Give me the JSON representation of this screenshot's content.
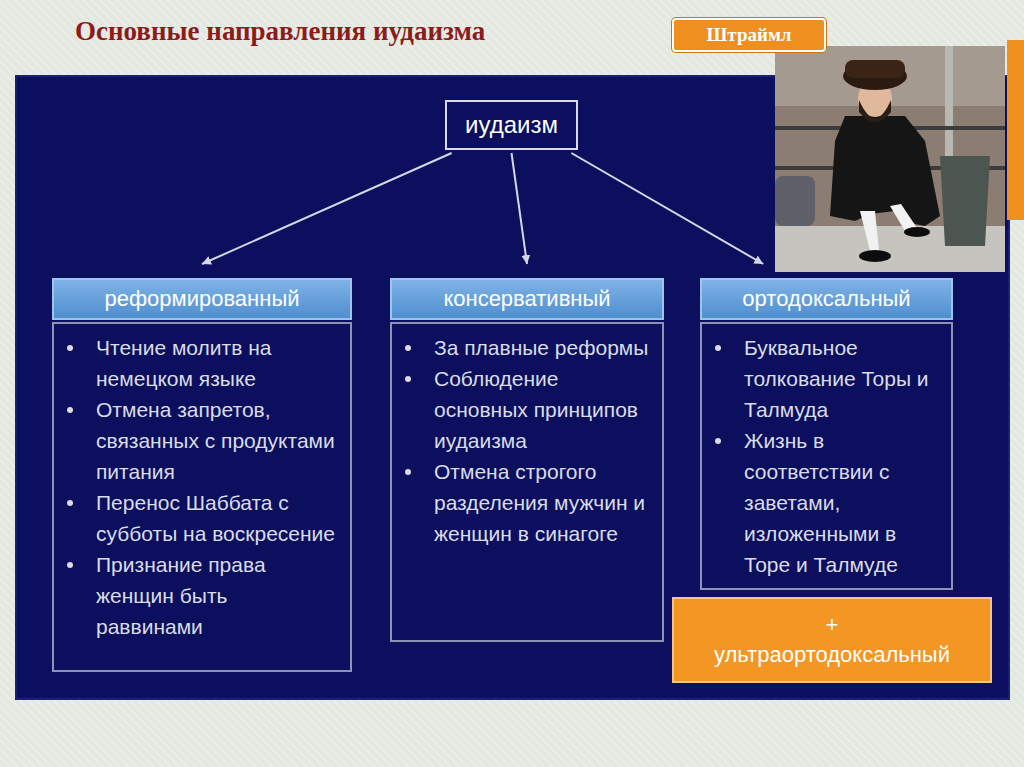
{
  "diagram": {
    "title": "Основные направления иудаизма",
    "nodes": [
      {
        "text": [
          "иудаизм"
        ]
      },
      {
        "text": [
          "реформированный"
        ]
      },
      {
        "text": [
          "Чтение молитв на немецком языке",
          "Отмена запретов, связанных с продуктами питания",
          "Перенос Шаббата с субботы на воскресение",
          "Признание права женщин быть раввинами"
        ]
      },
      {
        "text": [
          "консервативный"
        ]
      },
      {
        "text": [
          "За плавные реформы",
          "Соблюдение основных принципов иудаизма",
          "Отмена строгого разделения мужчин и женщин в синагоге"
        ]
      },
      {
        "text": [
          "ортодоксальный"
        ]
      },
      {
        "text": [
          "Буквальное толкование Торы и Талмуда",
          "Жизнь в соответствии с заветами, изложенными в Торе и Талмуде"
        ]
      },
      {
        "text": [
          "+",
          "ультраортодоксальный"
        ]
      },
      {
        "text": [
          "Штраймл"
        ]
      }
    ],
    "edges": [
      {
        "from": 0,
        "to": 1,
        "arrow": "to"
      },
      {
        "from": 0,
        "to": 3,
        "arrow": "to"
      },
      {
        "from": 0,
        "to": 5,
        "arrow": "to"
      }
    ]
  }
}
